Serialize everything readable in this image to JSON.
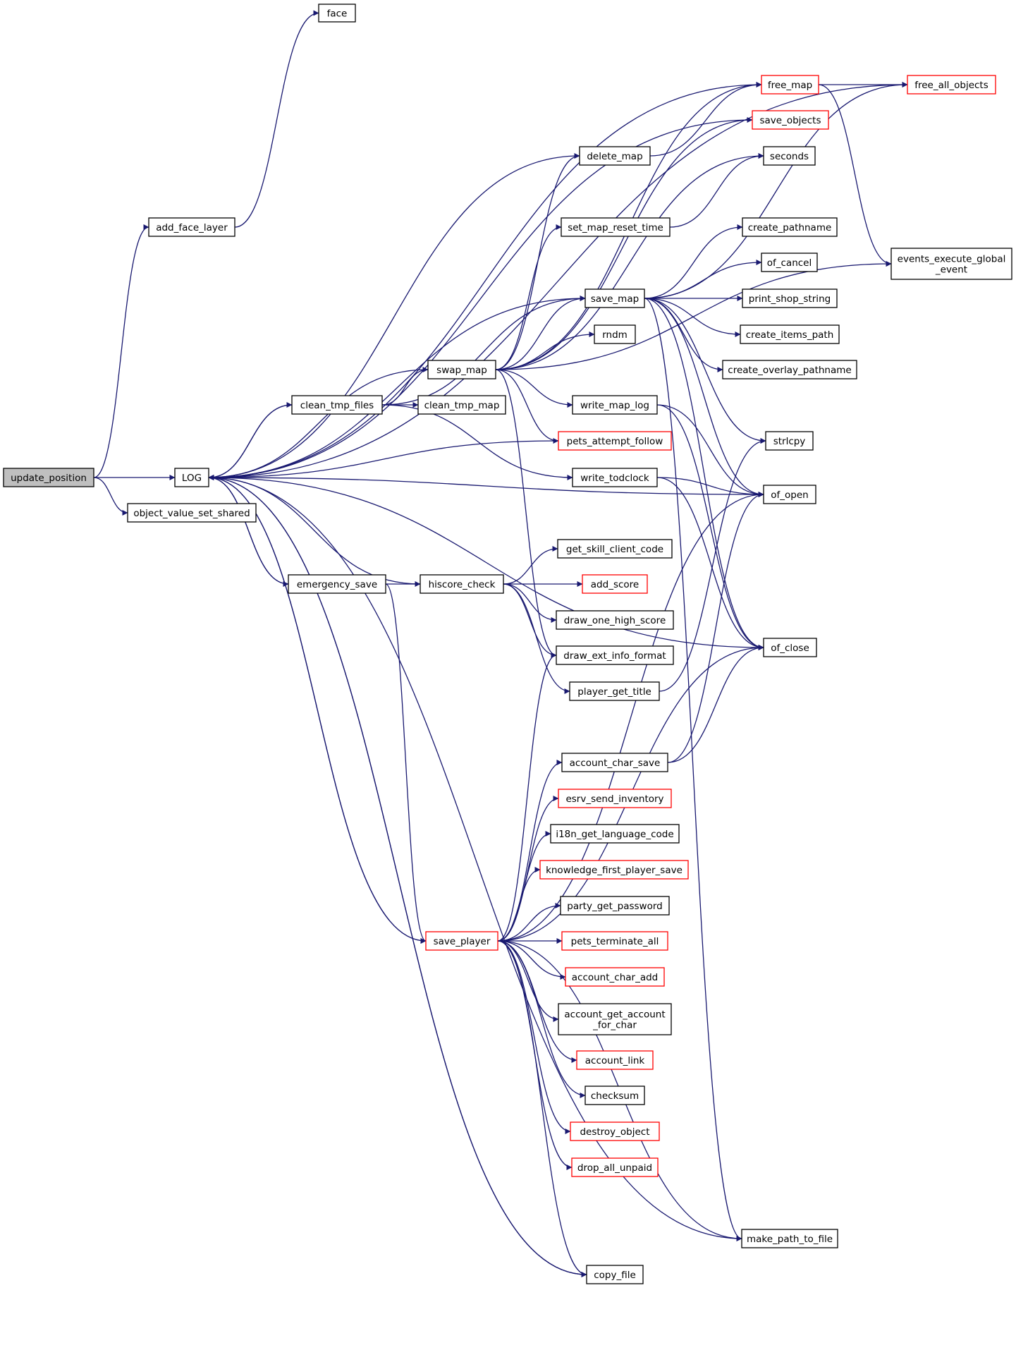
{
  "diagram": {
    "kind": "doxygen call graph",
    "colors": {
      "edge": "#191970",
      "node_border": "#000000",
      "node_border_truncated": "#ff0000",
      "root_fill": "#bfbfbf",
      "node_fill": "#ffffff"
    },
    "nodes": [
      {
        "id": "update_position",
        "label": "update_position",
        "style": "root"
      },
      {
        "id": "face",
        "label": "face",
        "style": "normal"
      },
      {
        "id": "add_face_layer",
        "label": "add_face_layer",
        "style": "normal"
      },
      {
        "id": "LOG",
        "label": "LOG",
        "style": "normal"
      },
      {
        "id": "object_value_set_shared",
        "label": "object_value_set_shared",
        "style": "normal"
      },
      {
        "id": "free_map",
        "label": "free_map",
        "style": "truncated"
      },
      {
        "id": "free_all_objects",
        "label": "free_all_objects",
        "style": "truncated"
      },
      {
        "id": "save_objects",
        "label": "save_objects",
        "style": "truncated"
      },
      {
        "id": "delete_map",
        "label": "delete_map",
        "style": "normal"
      },
      {
        "id": "seconds",
        "label": "seconds",
        "style": "normal"
      },
      {
        "id": "set_map_reset_time",
        "label": "set_map_reset_time",
        "style": "normal"
      },
      {
        "id": "create_pathname",
        "label": "create_pathname",
        "style": "normal"
      },
      {
        "id": "events_execute_global_event",
        "label_lines": [
          "events_execute_global",
          "_event"
        ],
        "style": "normal"
      },
      {
        "id": "of_cancel",
        "label": "of_cancel",
        "style": "normal"
      },
      {
        "id": "save_map",
        "label": "save_map",
        "style": "normal"
      },
      {
        "id": "print_shop_string",
        "label": "print_shop_string",
        "style": "normal"
      },
      {
        "id": "rndm",
        "label": "rndm",
        "style": "normal"
      },
      {
        "id": "create_items_path",
        "label": "create_items_path",
        "style": "normal"
      },
      {
        "id": "swap_map",
        "label": "swap_map",
        "style": "normal"
      },
      {
        "id": "create_overlay_pathname",
        "label": "create_overlay_pathname",
        "style": "normal"
      },
      {
        "id": "clean_tmp_files",
        "label": "clean_tmp_files",
        "style": "normal"
      },
      {
        "id": "clean_tmp_map",
        "label": "clean_tmp_map",
        "style": "normal"
      },
      {
        "id": "write_map_log",
        "label": "write_map_log",
        "style": "normal"
      },
      {
        "id": "strlcpy",
        "label": "strlcpy",
        "style": "normal"
      },
      {
        "id": "pets_attempt_follow",
        "label": "pets_attempt_follow",
        "style": "truncated"
      },
      {
        "id": "write_todclock",
        "label": "write_todclock",
        "style": "normal"
      },
      {
        "id": "of_open",
        "label": "of_open",
        "style": "normal"
      },
      {
        "id": "get_skill_client_code",
        "label": "get_skill_client_code",
        "style": "normal"
      },
      {
        "id": "emergency_save",
        "label": "emergency_save",
        "style": "normal"
      },
      {
        "id": "hiscore_check",
        "label": "hiscore_check",
        "style": "normal"
      },
      {
        "id": "add_score",
        "label": "add_score",
        "style": "truncated"
      },
      {
        "id": "draw_one_high_score",
        "label": "draw_one_high_score",
        "style": "normal"
      },
      {
        "id": "of_close",
        "label": "of_close",
        "style": "normal"
      },
      {
        "id": "draw_ext_info_format",
        "label": "draw_ext_info_format",
        "style": "normal"
      },
      {
        "id": "player_get_title",
        "label": "player_get_title",
        "style": "normal"
      },
      {
        "id": "account_char_save",
        "label": "account_char_save",
        "style": "normal"
      },
      {
        "id": "esrv_send_inventory",
        "label": "esrv_send_inventory",
        "style": "truncated"
      },
      {
        "id": "i18n_get_language_code",
        "label": "i18n_get_language_code",
        "style": "normal"
      },
      {
        "id": "knowledge_first_player_save",
        "label": "knowledge_first_player_save",
        "style": "truncated"
      },
      {
        "id": "party_get_password",
        "label": "party_get_password",
        "style": "normal"
      },
      {
        "id": "save_player",
        "label": "save_player",
        "style": "truncated"
      },
      {
        "id": "pets_terminate_all",
        "label": "pets_terminate_all",
        "style": "truncated"
      },
      {
        "id": "account_char_add",
        "label": "account_char_add",
        "style": "truncated"
      },
      {
        "id": "account_get_account_for_char",
        "label_lines": [
          "account_get_account",
          "_for_char"
        ],
        "style": "normal"
      },
      {
        "id": "account_link",
        "label": "account_link",
        "style": "truncated"
      },
      {
        "id": "checksum",
        "label": "checksum",
        "style": "normal"
      },
      {
        "id": "destroy_object",
        "label": "destroy_object",
        "style": "truncated"
      },
      {
        "id": "drop_all_unpaid",
        "label": "drop_all_unpaid",
        "style": "truncated"
      },
      {
        "id": "make_path_to_file",
        "label": "make_path_to_file",
        "style": "normal"
      },
      {
        "id": "copy_file",
        "label": "copy_file",
        "style": "normal"
      }
    ],
    "edges": [
      [
        "update_position",
        "add_face_layer"
      ],
      [
        "update_position",
        "LOG"
      ],
      [
        "update_position",
        "object_value_set_shared"
      ],
      [
        "add_face_layer",
        "face"
      ],
      [
        "clean_tmp_files",
        "LOG"
      ],
      [
        "clean_tmp_files",
        "swap_map"
      ],
      [
        "clean_tmp_files",
        "clean_tmp_map"
      ],
      [
        "clean_tmp_files",
        "write_todclock"
      ],
      [
        "clean_tmp_files",
        "save_map"
      ],
      [
        "swap_map",
        "LOG"
      ],
      [
        "swap_map",
        "delete_map"
      ],
      [
        "swap_map",
        "free_map"
      ],
      [
        "swap_map",
        "save_objects"
      ],
      [
        "swap_map",
        "seconds"
      ],
      [
        "swap_map",
        "set_map_reset_time"
      ],
      [
        "swap_map",
        "save_map"
      ],
      [
        "swap_map",
        "rndm"
      ],
      [
        "swap_map",
        "events_execute_global_event"
      ],
      [
        "swap_map",
        "write_map_log"
      ],
      [
        "swap_map",
        "pets_attempt_follow"
      ],
      [
        "swap_map",
        "draw_ext_info_format"
      ],
      [
        "delete_map",
        "LOG"
      ],
      [
        "delete_map",
        "free_map"
      ],
      [
        "free_map",
        "LOG"
      ],
      [
        "free_map",
        "free_all_objects"
      ],
      [
        "free_map",
        "events_execute_global_event"
      ],
      [
        "free_all_objects",
        "LOG"
      ],
      [
        "save_objects",
        "LOG"
      ],
      [
        "set_map_reset_time",
        "seconds"
      ],
      [
        "save_map",
        "LOG"
      ],
      [
        "save_map",
        "free_all_objects"
      ],
      [
        "save_map",
        "create_pathname"
      ],
      [
        "save_map",
        "of_cancel"
      ],
      [
        "save_map",
        "print_shop_string"
      ],
      [
        "save_map",
        "create_items_path"
      ],
      [
        "save_map",
        "create_overlay_pathname"
      ],
      [
        "save_map",
        "strlcpy"
      ],
      [
        "save_map",
        "of_open"
      ],
      [
        "save_map",
        "of_close"
      ],
      [
        "save_map",
        "make_path_to_file"
      ],
      [
        "write_map_log",
        "of_open"
      ],
      [
        "write_map_log",
        "of_close"
      ],
      [
        "pets_attempt_follow",
        "LOG"
      ],
      [
        "write_todclock",
        "of_open"
      ],
      [
        "write_todclock",
        "of_close"
      ],
      [
        "of_open",
        "LOG"
      ],
      [
        "emergency_save",
        "LOG"
      ],
      [
        "emergency_save",
        "hiscore_check"
      ],
      [
        "emergency_save",
        "save_player"
      ],
      [
        "hiscore_check",
        "LOG"
      ],
      [
        "hiscore_check",
        "get_skill_client_code"
      ],
      [
        "hiscore_check",
        "add_score"
      ],
      [
        "hiscore_check",
        "draw_one_high_score"
      ],
      [
        "hiscore_check",
        "draw_ext_info_format"
      ],
      [
        "hiscore_check",
        "player_get_title"
      ],
      [
        "player_get_title",
        "strlcpy"
      ],
      [
        "save_player",
        "LOG"
      ],
      [
        "save_player",
        "draw_ext_info_format"
      ],
      [
        "save_player",
        "account_char_save"
      ],
      [
        "save_player",
        "esrv_send_inventory"
      ],
      [
        "save_player",
        "i18n_get_language_code"
      ],
      [
        "save_player",
        "knowledge_first_player_save"
      ],
      [
        "save_player",
        "party_get_password"
      ],
      [
        "save_player",
        "pets_terminate_all"
      ],
      [
        "save_player",
        "account_char_add"
      ],
      [
        "save_player",
        "account_get_account_for_char"
      ],
      [
        "save_player",
        "account_link"
      ],
      [
        "save_player",
        "checksum"
      ],
      [
        "save_player",
        "destroy_object"
      ],
      [
        "save_player",
        "drop_all_unpaid"
      ],
      [
        "save_player",
        "make_path_to_file"
      ],
      [
        "save_player",
        "copy_file"
      ],
      [
        "save_player",
        "of_open"
      ],
      [
        "save_player",
        "of_close"
      ],
      [
        "account_char_save",
        "of_open"
      ],
      [
        "account_char_save",
        "of_close"
      ],
      [
        "make_path_to_file",
        "LOG"
      ],
      [
        "copy_file",
        "LOG"
      ],
      [
        "LOG",
        "clean_tmp_files"
      ],
      [
        "LOG",
        "emergency_save"
      ],
      [
        "LOG",
        "save_player"
      ],
      [
        "LOG",
        "copy_file"
      ],
      [
        "LOG",
        "of_close"
      ]
    ]
  }
}
